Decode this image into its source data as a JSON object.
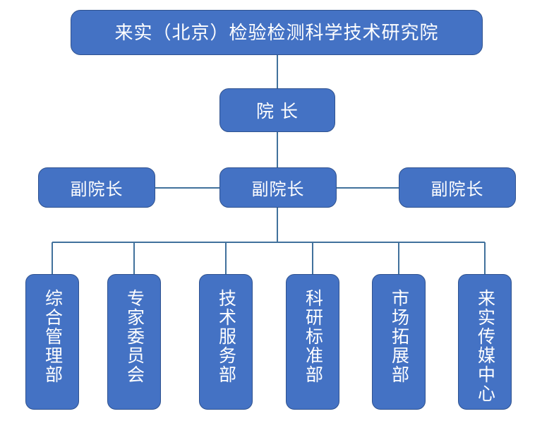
{
  "chart": {
    "title_box": {
      "label": "来实（北京）检验检测科学技术研究院"
    },
    "director": {
      "label": "院 长"
    },
    "deputies": [
      {
        "label": "副院长",
        "position": "left"
      },
      {
        "label": "副院长",
        "position": "center"
      },
      {
        "label": "副院长",
        "position": "right"
      }
    ],
    "departments": [
      {
        "label": "综合管理部"
      },
      {
        "label": "专家委员会"
      },
      {
        "label": "技术服务部"
      },
      {
        "label": "科研标准部"
      },
      {
        "label": "市场拓展部"
      },
      {
        "label": "来实传媒中心"
      }
    ]
  },
  "colors": {
    "node_fill": "#4472C4",
    "node_border": "#2F528F",
    "node_text": "#FFFFFF",
    "connector": "#41719C",
    "background": "#FFFFFF"
  }
}
